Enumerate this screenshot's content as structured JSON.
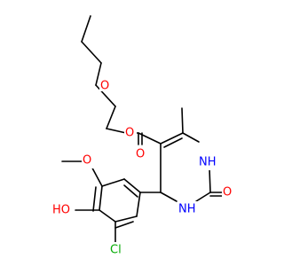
{
  "colors": {
    "carbon_bond": "#000000",
    "oxygen": "#ff0000",
    "nitrogen": "#0000ff",
    "chlorine": "#00aa00",
    "background": "#ffffff"
  },
  "atoms": {
    "o_ether": "O",
    "o_ester_single": "O",
    "o_ester_double": "O",
    "nh_top": "NH",
    "nh_bottom": "NH",
    "o_urea": "O",
    "o_methoxy": "O",
    "ho_phenol": "HO",
    "cl": "Cl"
  }
}
